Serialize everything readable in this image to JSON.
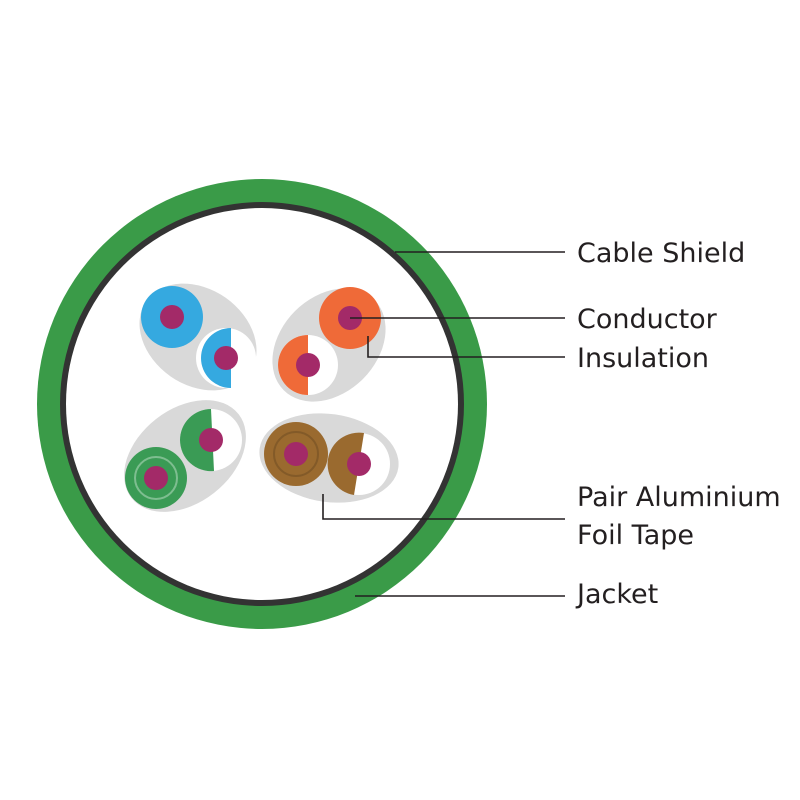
{
  "diagram": {
    "colors": {
      "jacket": "#3a9b48",
      "shield": "#333333",
      "foil": "#d9d9d9",
      "conductor": "#a32a68",
      "leader_line": "#231f20",
      "pair_blue": "#35a9e0",
      "pair_orange": "#ef6a38",
      "pair_green": "#3a9b55",
      "pair_brown": "#9a6a2f",
      "stripe_white": "#ffffff"
    },
    "labels": {
      "cable_shield": "Cable Shield",
      "conductor": "Conductor",
      "insulation": "Insulation",
      "foil_tape_line1": "Pair Aluminium",
      "foil_tape_line2": "Foil Tape",
      "jacket": "Jacket"
    }
  }
}
